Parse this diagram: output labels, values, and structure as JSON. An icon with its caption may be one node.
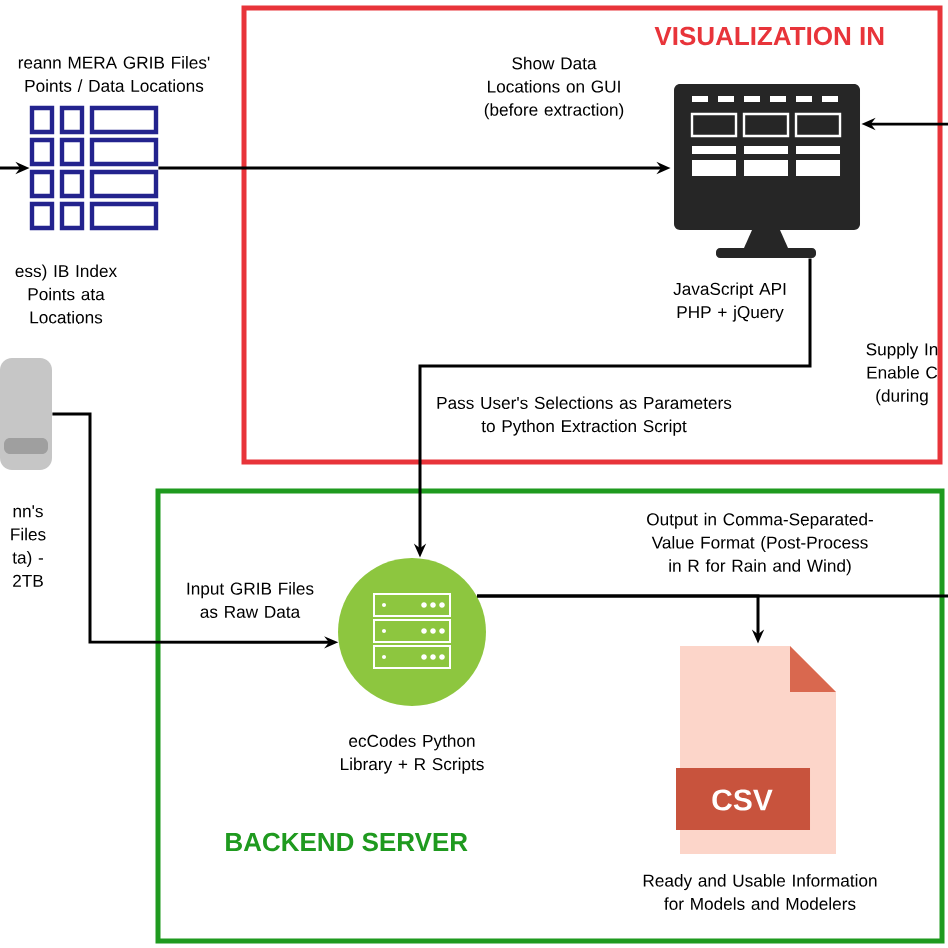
{
  "diagram": {
    "nodes": [
      {
        "text": [
          "VISUALIZATION IN"
        ]
      },
      {
        "text": [],
        "shape": "table",
        "beside": [
          "reann MERA GRIB Files' Points / Data Locations",
          "ess) IB Index Points ata Locations"
        ]
      },
      {
        "text": [],
        "shape": "cylinder",
        "beside": [
          "nn's Files ta) - 2TB"
        ]
      },
      {
        "text": [],
        "shape": "monitor",
        "in": 0,
        "beside": [
          "JavaScript API PHP + jQuery"
        ]
      },
      {
        "text": [
          "BACKEND SERVER"
        ]
      },
      {
        "text": [],
        "shape": "circle",
        "in": 4,
        "beside": [
          "ecCodes Python Library + R Scripts"
        ]
      },
      {
        "text": [
          "CSV"
        ],
        "in": 4,
        "beside": [
          "Ready and Usable Information for Models and Modelers"
        ]
      }
    ],
    "edges": [
      {
        "from": null,
        "to": 1,
        "arrow": "to"
      },
      {
        "from": 1,
        "to": 3,
        "arrow": "to",
        "label": "Show Data Locations on GUI (before extraction)"
      },
      {
        "from": null,
        "to": 3,
        "arrow": "to"
      },
      {
        "from": 3,
        "to": 5,
        "arrow": "to",
        "label": "Pass User's Selections as Parameters to Python Extraction Script"
      },
      {
        "from": 2,
        "to": 5,
        "arrow": "to",
        "label": "Input GRIB Files as Raw Data"
      },
      {
        "from": 5,
        "to": 6,
        "arrow": "to",
        "label": "Output in Comma-Separated-Value Format (Post-Process in R for Rain and Wind)"
      },
      {
        "from": 5,
        "to": null,
        "arrow": "none"
      }
    ],
    "labels": [
      "Supply In Enable C (during"
    ]
  }
}
